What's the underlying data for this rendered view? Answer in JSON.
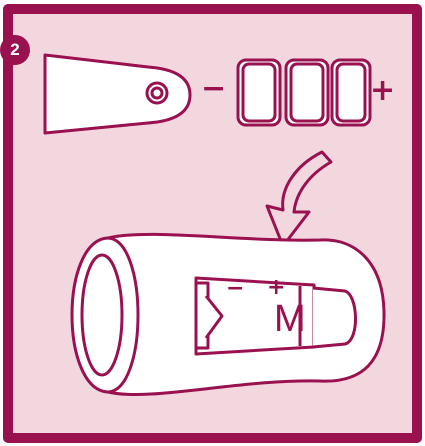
{
  "step": {
    "number": "2"
  },
  "batteries": {
    "minus_sign": "−",
    "plus_sign": "+"
  },
  "device": {
    "minus_sign": "−",
    "plus_sign": "+",
    "label": "M"
  },
  "colors": {
    "frame": "#99114f",
    "panel": "#f2d7df",
    "device_fill": "#ffffff",
    "badge": "#99114f"
  },
  "icons": [
    "arrow-down-icon",
    "battery-icon",
    "device-illustration"
  ]
}
